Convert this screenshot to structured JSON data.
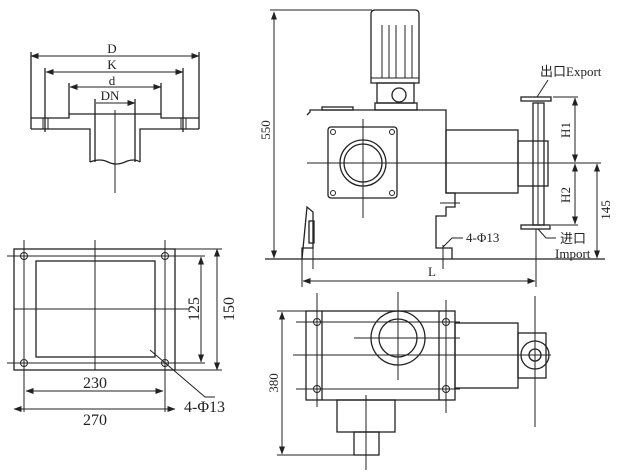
{
  "flange_detail": {
    "dim_D": "D",
    "dim_K": "K",
    "dim_d": "d",
    "dim_DN": "DN"
  },
  "base_plate": {
    "dim_width_outer": "270",
    "dim_width_bolt": "230",
    "dim_height_outer": "150",
    "dim_height_bolt": "125",
    "bolt_holes": "4-Φ13"
  },
  "side_view": {
    "dim_height": "550",
    "dim_L": "L",
    "dim_H1": "H1",
    "dim_H2": "H2",
    "dim_center_height": "145",
    "bolt_holes": "4-Φ13",
    "outlet_label": "出口Export",
    "inlet_label_cn": "进口",
    "inlet_label_en": "Import"
  },
  "top_view": {
    "dim_depth": "380"
  }
}
